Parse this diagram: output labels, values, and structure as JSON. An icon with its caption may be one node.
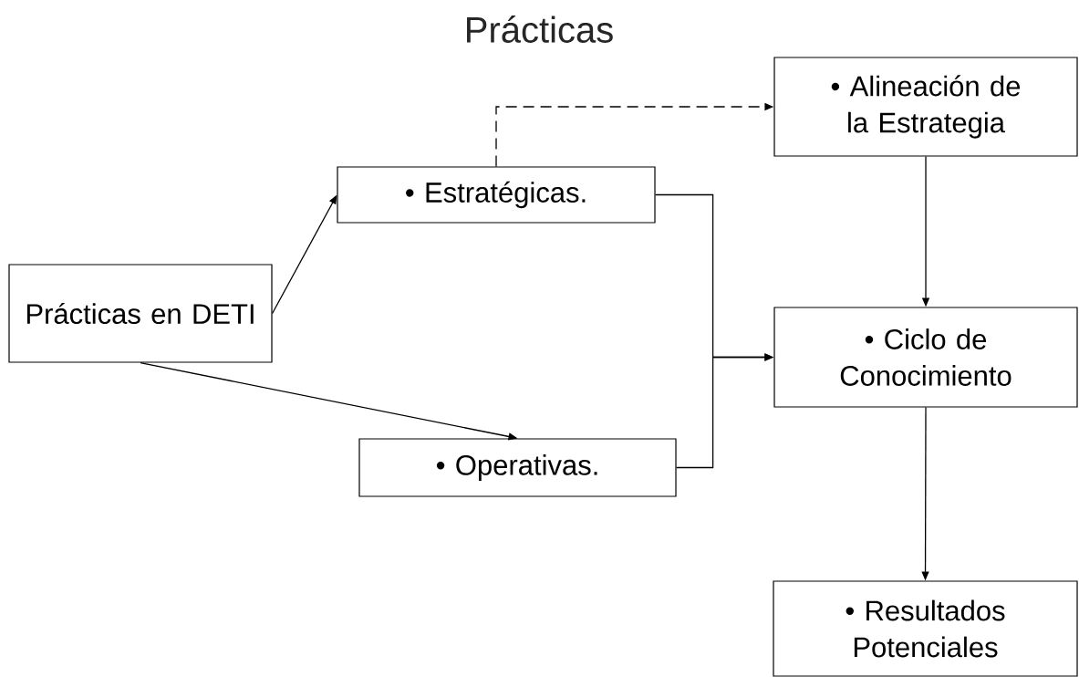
{
  "diagram": {
    "title": "Prácticas",
    "nodes": [
      {
        "text": [
          "Prácticas en DETI"
        ]
      },
      {
        "text": [
          "• Estratégicas."
        ]
      },
      {
        "text": [
          "• Operativas."
        ]
      },
      {
        "text": [
          "• Alineación de la Estrategia"
        ]
      },
      {
        "text": [
          "• Ciclo de Conocimiento"
        ]
      },
      {
        "text": [
          "• Resultados Potenciales"
        ]
      }
    ],
    "edges": [
      {
        "from": 0,
        "to": 1,
        "arrow": "to"
      },
      {
        "from": 0,
        "to": 2,
        "arrow": "to"
      },
      {
        "from": 1,
        "to": 3,
        "arrow": "to",
        "style": "dashed"
      },
      {
        "from": 1,
        "to": 4,
        "arrow": "to"
      },
      {
        "from": 2,
        "to": 4,
        "arrow": "to"
      },
      {
        "from": 3,
        "to": 4,
        "arrow": "to"
      },
      {
        "from": 4,
        "to": 5,
        "arrow": "to"
      }
    ]
  }
}
